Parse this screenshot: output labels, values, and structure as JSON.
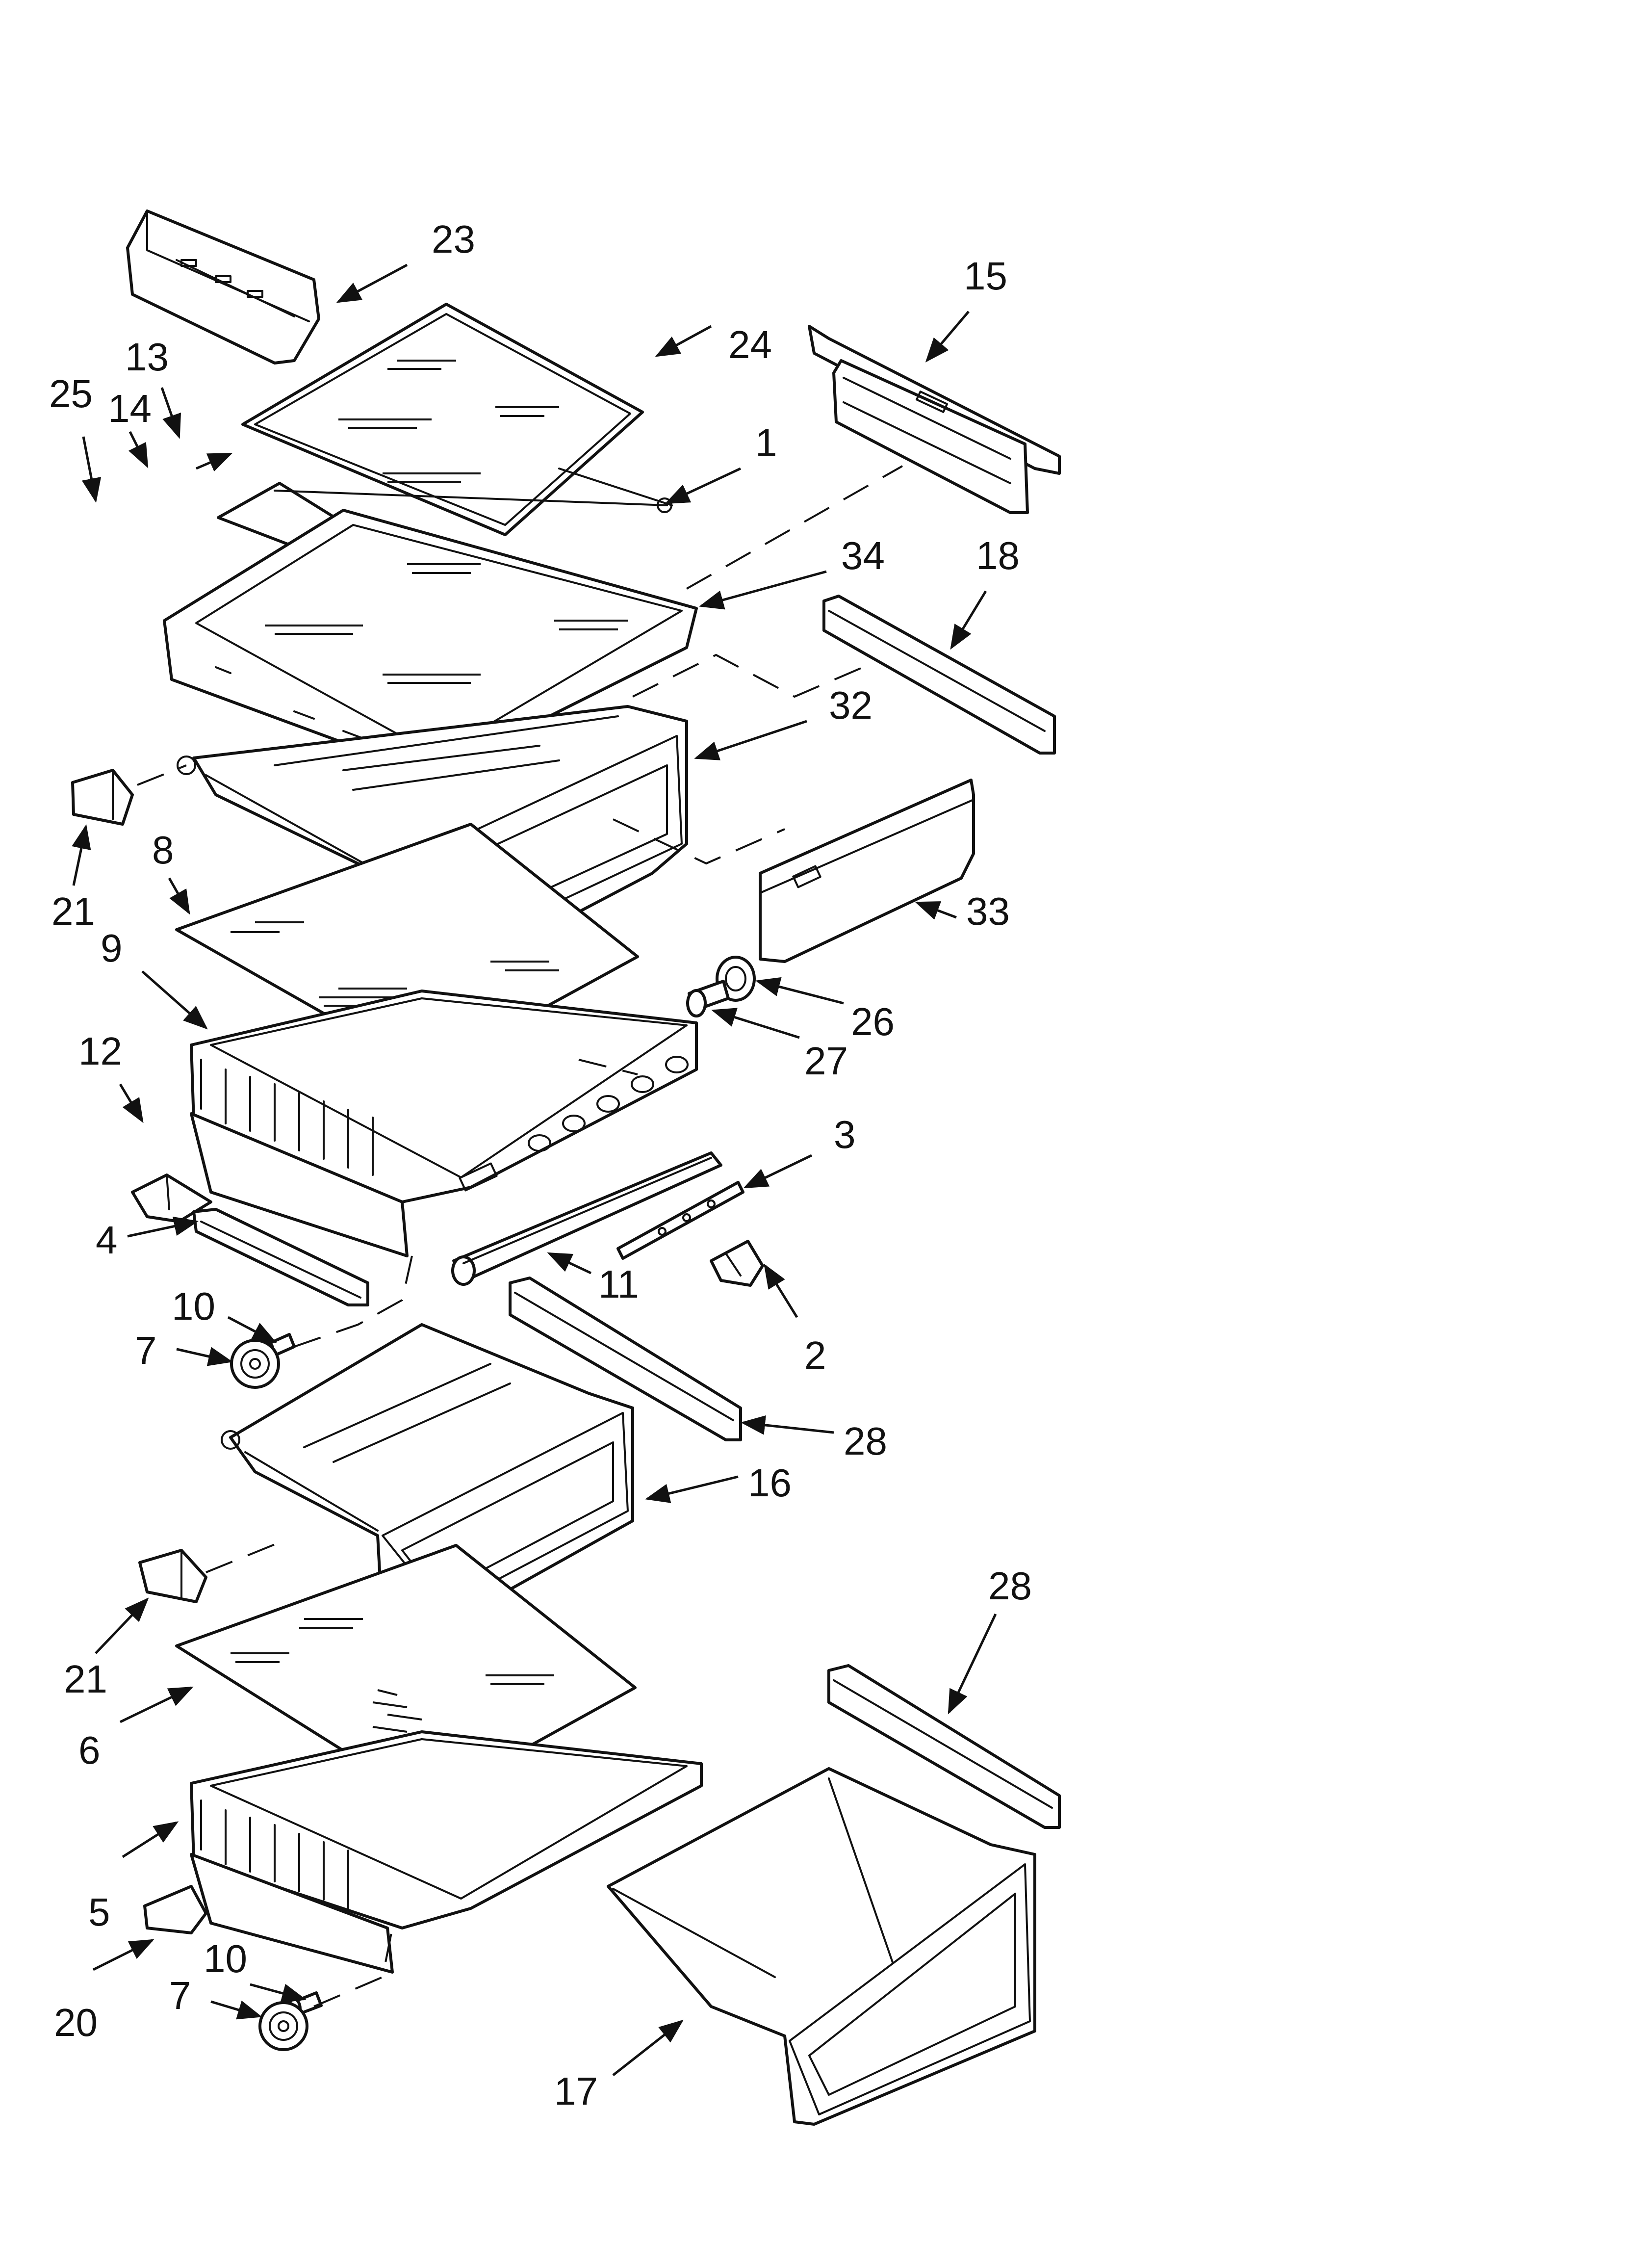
{
  "callouts": [
    {
      "id": "c23",
      "label": "23"
    },
    {
      "id": "c15",
      "label": "15"
    },
    {
      "id": "c24",
      "label": "24"
    },
    {
      "id": "c13",
      "label": "13"
    },
    {
      "id": "c25",
      "label": "25"
    },
    {
      "id": "c14",
      "label": "14"
    },
    {
      "id": "c1",
      "label": "1"
    },
    {
      "id": "c34",
      "label": "34"
    },
    {
      "id": "c18",
      "label": "18"
    },
    {
      "id": "c32",
      "label": "32"
    },
    {
      "id": "c21a",
      "label": "21"
    },
    {
      "id": "c8",
      "label": "8"
    },
    {
      "id": "c33",
      "label": "33"
    },
    {
      "id": "c9",
      "label": "9"
    },
    {
      "id": "c26",
      "label": "26"
    },
    {
      "id": "c27",
      "label": "27"
    },
    {
      "id": "c12",
      "label": "12"
    },
    {
      "id": "c3",
      "label": "3"
    },
    {
      "id": "c4",
      "label": "4"
    },
    {
      "id": "c11",
      "label": "11"
    },
    {
      "id": "c10a",
      "label": "10"
    },
    {
      "id": "c7a",
      "label": "7"
    },
    {
      "id": "c2",
      "label": "2"
    },
    {
      "id": "c28a",
      "label": "28"
    },
    {
      "id": "c16",
      "label": "16"
    },
    {
      "id": "c28b",
      "label": "28"
    },
    {
      "id": "c21b",
      "label": "21"
    },
    {
      "id": "c6",
      "label": "6"
    },
    {
      "id": "c5",
      "label": "5"
    },
    {
      "id": "c20",
      "label": "20"
    },
    {
      "id": "c10b",
      "label": "10"
    },
    {
      "id": "c7b",
      "label": "7"
    },
    {
      "id": "c17",
      "label": "17"
    }
  ]
}
